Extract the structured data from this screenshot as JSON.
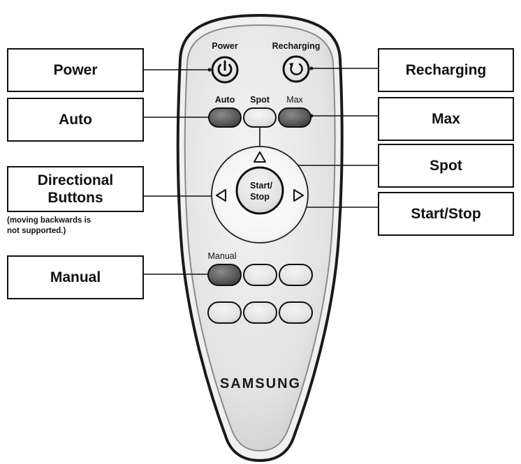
{
  "remote": {
    "brand": "SAMSUNG",
    "buttons": {
      "power": "Power",
      "recharging": "Recharging",
      "auto": "Auto",
      "spot": "Spot",
      "max": "Max",
      "start_stop_line1": "Start/",
      "start_stop_line2": "Stop",
      "manual": "Manual"
    }
  },
  "callouts": {
    "power": "Power",
    "recharging": "Recharging",
    "auto": "Auto",
    "max": "Max",
    "spot": "Spot",
    "directional_line1": "Directional",
    "directional_line2": "Buttons",
    "directional_note_line1": "(moving backwards is",
    "directional_note_line2": "not supported.)",
    "start_stop": "Start/Stop",
    "manual": "Manual"
  },
  "icons": {
    "power": "power-symbol-icon",
    "recharging": "circular-arrow-icon",
    "up": "up-triangle-icon",
    "left": "left-triangle-icon",
    "right": "right-triangle-icon"
  }
}
